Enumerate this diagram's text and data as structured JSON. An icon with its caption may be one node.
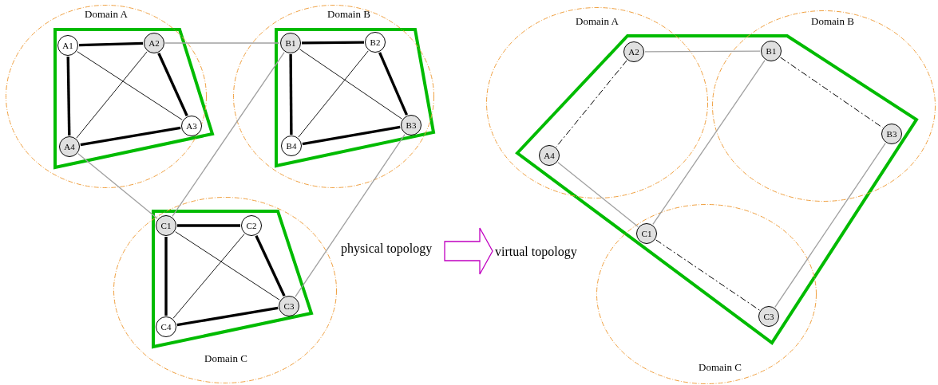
{
  "diagram": {
    "nodes": [
      {
        "text": [
          "Domain A"
        ]
      },
      {
        "text": [
          "A1"
        ],
        "in": 0
      },
      {
        "text": [
          "A2"
        ],
        "in": 0
      },
      {
        "text": [
          "A3"
        ],
        "in": 0
      },
      {
        "text": [
          "A4"
        ],
        "in": 0
      },
      {
        "text": [
          "Domain B"
        ]
      },
      {
        "text": [
          "B1"
        ],
        "in": 5
      },
      {
        "text": [
          "B2"
        ],
        "in": 5
      },
      {
        "text": [
          "B3"
        ],
        "in": 5
      },
      {
        "text": [
          "B4"
        ],
        "in": 5
      },
      {
        "text": [
          "Domain C"
        ]
      },
      {
        "text": [
          "C1"
        ],
        "in": 10
      },
      {
        "text": [
          "C2"
        ],
        "in": 10
      },
      {
        "text": [
          "C3"
        ],
        "in": 10
      },
      {
        "text": [
          "C4"
        ],
        "in": 10
      },
      {
        "text": [
          "physical topology"
        ]
      },
      {
        "text": [
          "virtual topology"
        ]
      },
      {
        "text": [
          "Domain A"
        ]
      },
      {
        "text": [
          "A2"
        ],
        "in": 17
      },
      {
        "text": [
          "A4"
        ],
        "in": 17
      },
      {
        "text": [
          "Domain B"
        ]
      },
      {
        "text": [
          "B1"
        ],
        "in": 20
      },
      {
        "text": [
          "B3"
        ],
        "in": 20
      },
      {
        "text": [
          "Domain C"
        ]
      },
      {
        "text": [
          "C1"
        ],
        "in": 23
      },
      {
        "text": [
          "C3"
        ],
        "in": 23
      }
    ],
    "edges": [
      {
        "from": 1,
        "to": 2,
        "arrow": "none",
        "style": "thick"
      },
      {
        "from": 1,
        "to": 4,
        "arrow": "none",
        "style": "thick"
      },
      {
        "from": 2,
        "to": 3,
        "arrow": "none",
        "style": "thick"
      },
      {
        "from": 4,
        "to": 3,
        "arrow": "none",
        "style": "thick"
      },
      {
        "from": 1,
        "to": 3,
        "arrow": "none"
      },
      {
        "from": 2,
        "to": 4,
        "arrow": "none"
      },
      {
        "from": 6,
        "to": 7,
        "arrow": "none",
        "style": "thick"
      },
      {
        "from": 6,
        "to": 9,
        "arrow": "none",
        "style": "thick"
      },
      {
        "from": 7,
        "to": 8,
        "arrow": "none",
        "style": "thick"
      },
      {
        "from": 9,
        "to": 8,
        "arrow": "none",
        "style": "thick"
      },
      {
        "from": 6,
        "to": 8,
        "arrow": "none"
      },
      {
        "from": 7,
        "to": 9,
        "arrow": "none"
      },
      {
        "from": 11,
        "to": 12,
        "arrow": "none",
        "style": "thick"
      },
      {
        "from": 11,
        "to": 14,
        "arrow": "none",
        "style": "thick"
      },
      {
        "from": 12,
        "to": 13,
        "arrow": "none",
        "style": "thick"
      },
      {
        "from": 14,
        "to": 13,
        "arrow": "none",
        "style": "thick"
      },
      {
        "from": 11,
        "to": 13,
        "arrow": "none"
      },
      {
        "from": 12,
        "to": 14,
        "arrow": "none"
      },
      {
        "from": 2,
        "to": 6,
        "arrow": "none",
        "color": "#a0a0a0"
      },
      {
        "from": 4,
        "to": 11,
        "arrow": "none",
        "color": "#a0a0a0"
      },
      {
        "from": 6,
        "to": 11,
        "arrow": "none",
        "color": "#a0a0a0"
      },
      {
        "from": 8,
        "to": 13,
        "arrow": "none",
        "color": "#a0a0a0"
      },
      {
        "from": 15,
        "to": 16,
        "arrow": "to",
        "color": "#c000c0"
      },
      {
        "from": 18,
        "to": 21,
        "arrow": "none",
        "color": "#a0a0a0"
      },
      {
        "from": 19,
        "to": 24,
        "arrow": "none",
        "color": "#a0a0a0"
      },
      {
        "from": 21,
        "to": 24,
        "arrow": "none",
        "color": "#a0a0a0"
      },
      {
        "from": 22,
        "to": 25,
        "arrow": "none",
        "color": "#a0a0a0"
      },
      {
        "from": 18,
        "to": 19,
        "arrow": "none",
        "style": "dashed"
      },
      {
        "from": 21,
        "to": 22,
        "arrow": "none",
        "style": "dashed"
      },
      {
        "from": 24,
        "to": 25,
        "arrow": "none",
        "style": "dashed"
      }
    ]
  }
}
